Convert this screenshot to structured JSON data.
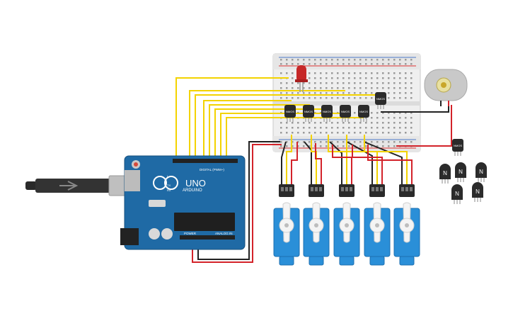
{
  "arduino": {
    "brand": "ARDUINO",
    "model": "UNO",
    "digital_label": "DIGITAL (PWM~)",
    "power_label": "POWER",
    "analog_label": "ANALOG IN",
    "tx_label": "TX",
    "rx_label": "RX",
    "l_label": "L"
  },
  "transistors_on_board": [
    "NMOS",
    "NMOS",
    "NMOS",
    "NMOS",
    "NMOS",
    "NMOS"
  ],
  "loose_components": {
    "mosfet_label": "NMOS",
    "bjt_labels": [
      "N",
      "N",
      "N",
      "N",
      "N"
    ]
  },
  "colors": {
    "board_blue": "#1f6aa5",
    "servo_blue": "#2a8fd8",
    "wire_yellow": "#f3d300",
    "wire_red": "#d3232a",
    "wire_black": "#222222",
    "breadboard": "#f2f2f2"
  },
  "icons": {
    "usb": "usb-cable-icon",
    "motor": "dc-motor-icon",
    "led": "led-icon"
  }
}
